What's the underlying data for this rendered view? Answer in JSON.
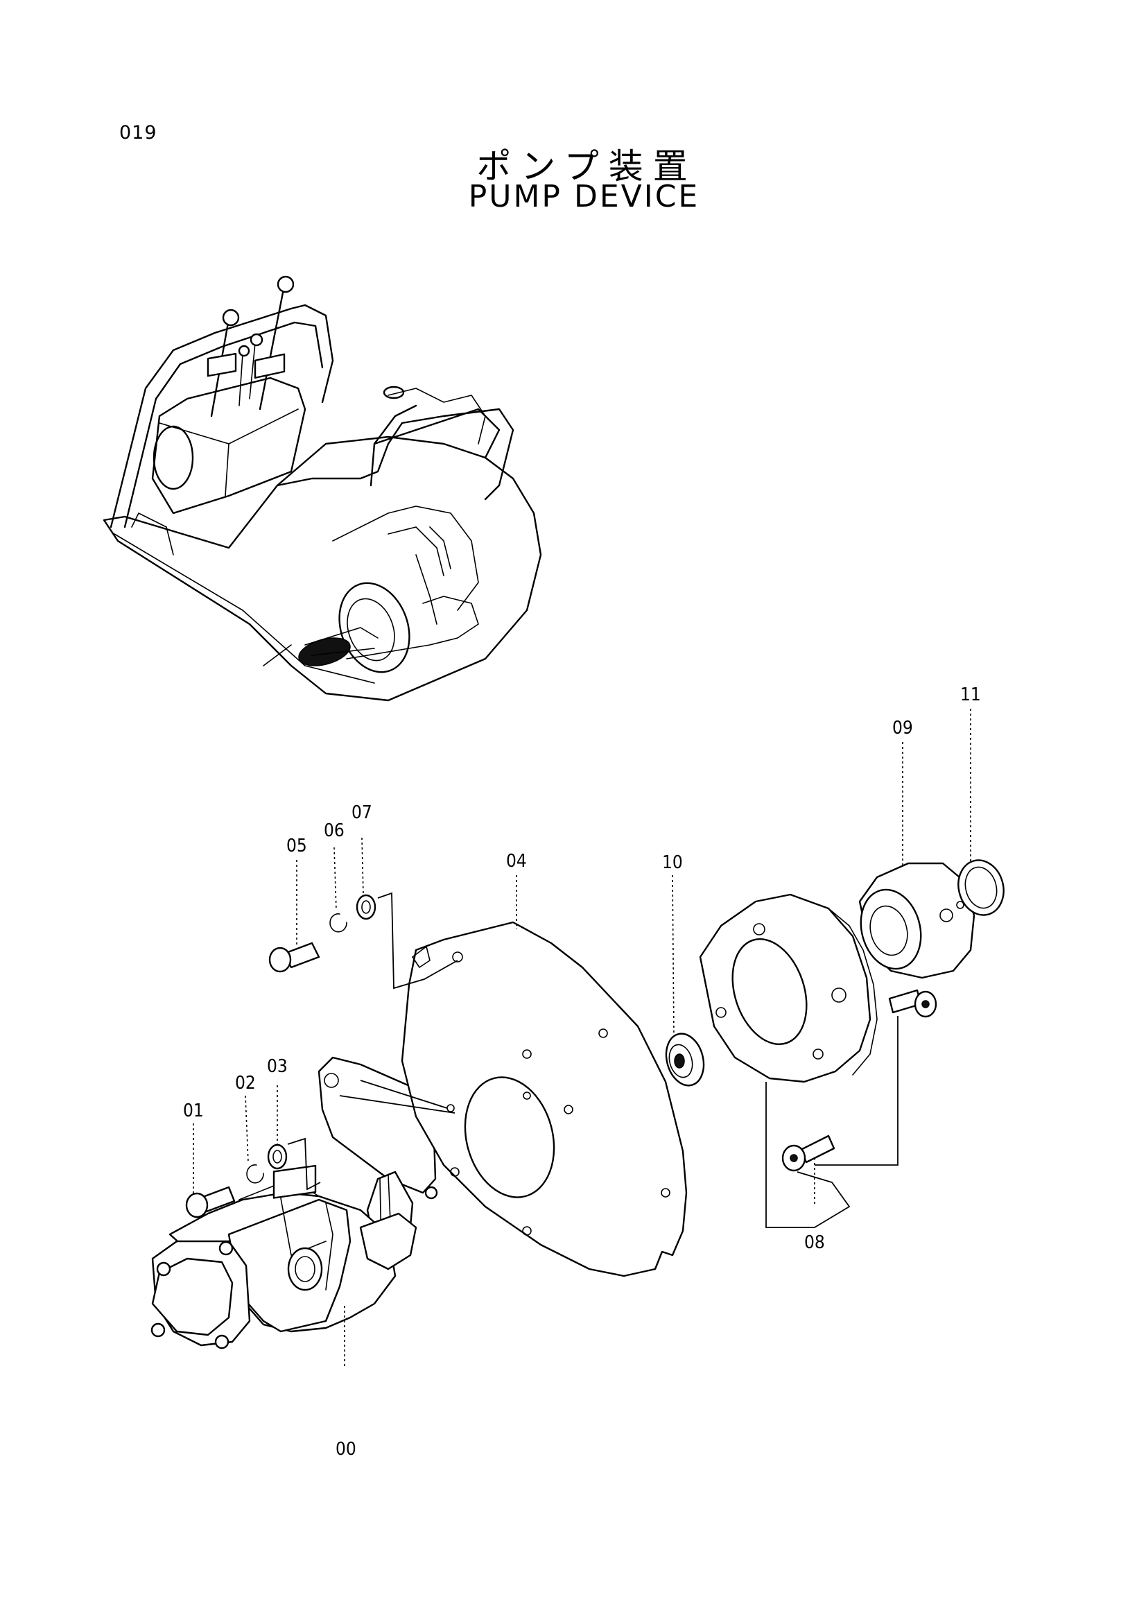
{
  "page": {
    "number": "019",
    "title_jp": "ポンプ装置",
    "title_en": "PUMP DEVICE"
  },
  "callouts": {
    "c00": "00",
    "c01": "01",
    "c02": "02",
    "c03": "03",
    "c04": "04",
    "c05": "05",
    "c06": "06",
    "c07": "07",
    "c08": "08",
    "c09": "09",
    "c10": "10",
    "c11": "11"
  }
}
